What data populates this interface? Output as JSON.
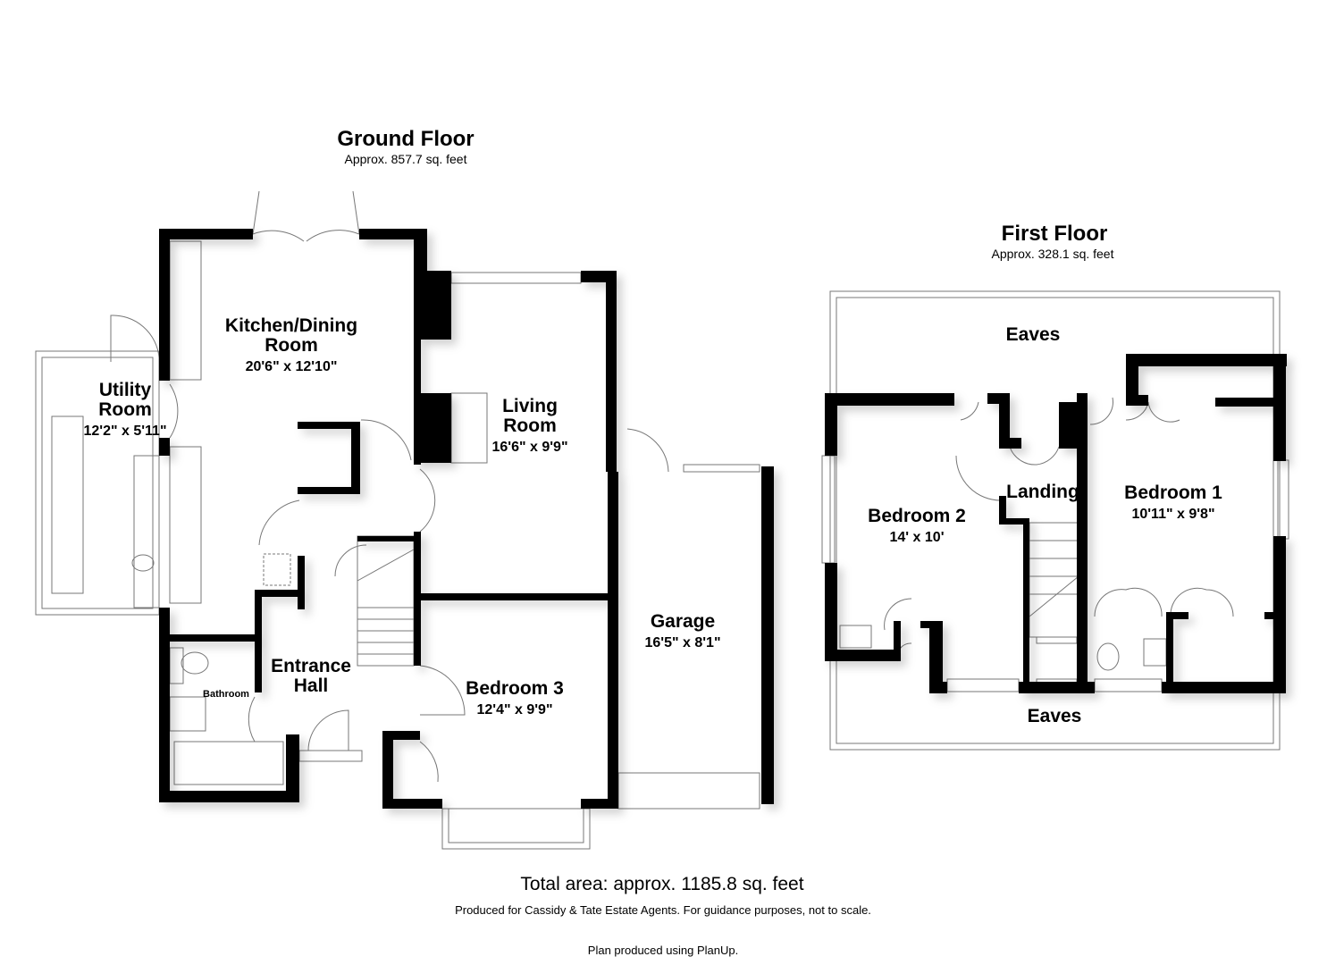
{
  "ground_floor": {
    "title": "Ground Floor",
    "area": "Approx. 857.7 sq. feet",
    "rooms": [
      {
        "name": "Kitchen/Dining",
        "name2": "Room",
        "dims": "20'6\" x 12'10\""
      },
      {
        "name": "Utility",
        "name2": "Room",
        "dims": "12'2\" x 5'11\""
      },
      {
        "name": "Living",
        "name2": "Room",
        "dims": "16'6\" x 9'9\""
      },
      {
        "name": "Garage",
        "dims": "16'5\" x 8'1\""
      },
      {
        "name": "Entrance",
        "name2": "Hall"
      },
      {
        "name": "Bedroom 3",
        "dims": "12'4\" x 9'9\""
      },
      {
        "name": "Bathroom"
      }
    ]
  },
  "first_floor": {
    "title": "First Floor",
    "area": "Approx. 328.1 sq. feet",
    "rooms": [
      {
        "name": "Eaves"
      },
      {
        "name": "Bedroom 2",
        "dims": "14' x 10'"
      },
      {
        "name": "Landing"
      },
      {
        "name": "Bedroom 1",
        "dims": "10'11\" x 9'8\""
      },
      {
        "name": "Eaves"
      }
    ]
  },
  "footer": {
    "total": "Total area: approx. 1185.8 sq. feet",
    "produced_for": "Produced for Cassidy & Tate Estate Agents. For guidance purposes, not to scale.",
    "produced_using": "Plan produced using PlanUp."
  }
}
